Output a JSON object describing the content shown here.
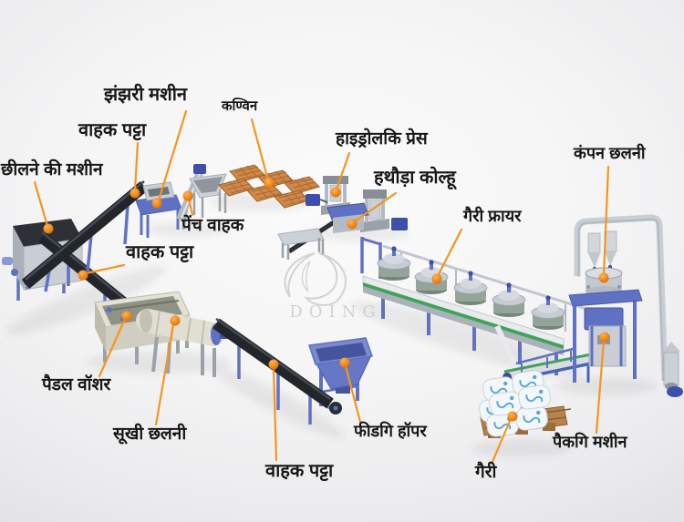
{
  "scene": {
    "description_type": "production-line-diagram",
    "watermark": {
      "brand": "DOING"
    }
  },
  "labels": {
    "peeling_machine": "छीलने की मशीन",
    "conveyor_belt_1": "वाहक पट्टा",
    "grating_machine": "झंझरी मशीन",
    "winnowing": "कण्विन",
    "screw_conveyor": "पेंच वाहक",
    "hydraulic_press": "हाइड्रोलकि प्रेस",
    "hammer_crusher": "हथौड़ा कोल्हू",
    "vibrating_sieve": "कंपन छलनी",
    "gari_fryer": "गैरी फ्रायर",
    "conveyor_belt_2": "वाहक पट्टा",
    "paddle_washer": "पैडल वॉशर",
    "dry_sieve": "सूखी छलनी",
    "conveyor_belt_3": "वाहक पट्टा",
    "feeding_hopper": "फीडगि हॉपर",
    "gari": "गैरी",
    "packing_machine": "पैकगि मशीन"
  },
  "colors": {
    "leader_line": "#f7941d",
    "marker_dot": "#ee7b12",
    "label_text": "#161616",
    "watermark_grey": "#c6c6c6",
    "machine_blue": "#5f71c2",
    "belt_dark": "#22252a",
    "mat_orange": "#cf8a4a",
    "belt_green": "#3fa35a"
  }
}
